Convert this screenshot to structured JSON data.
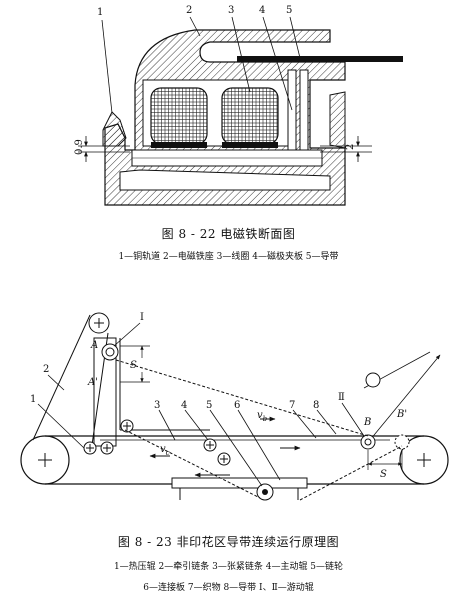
{
  "fig22": {
    "caption": "图 8 - 22    电磁铁断面图",
    "legend": "1—铜轨道  2—电磁铁座  3—线圈  4—磁极夹板  5—导带",
    "callouts": [
      "1",
      "2",
      "3",
      "4",
      "5"
    ],
    "dims": {
      "left": "0.9",
      "right": "2"
    }
  },
  "fig23": {
    "caption": "图 8 - 23    非印花区导带连续运行原理图",
    "legend_line1": "1—热压辊  2—牵引链条  3—张紧链条  4—主动辊  5—链轮",
    "legend_line2": "6—连接板  7—织物  8—导带  Ⅰ、Ⅱ—游动辊",
    "callouts": [
      "1",
      "2",
      "3",
      "4",
      "5",
      "6",
      "7",
      "8",
      "Ⅰ",
      "Ⅱ"
    ],
    "points": {
      "A": "A",
      "A_prime": "A'",
      "B": "B",
      "B_prime": "B'",
      "S_vertical": "S",
      "S_horizontal": "S",
      "v_upper": "v",
      "v_upper_sub": "b",
      "v_lower": "v",
      "v_lower_sub": "c"
    }
  }
}
